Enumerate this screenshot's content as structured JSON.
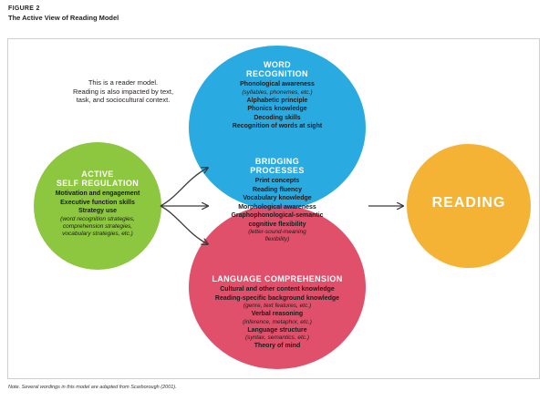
{
  "figure": {
    "label": "FIGURE 2",
    "title": "The Active View of Reading Model",
    "note_prefix": "Note.",
    "note_text": " Several wordings in this model are adapted from Scarborough (2001)."
  },
  "reader_note": {
    "lines": [
      "This is a reader model.",
      "Reading is also impacted by text,",
      "task, and sociocultural context."
    ]
  },
  "self_regulation": {
    "heading": [
      "ACTIVE",
      "SELF REGULATION"
    ],
    "items": [
      "Motivation and engagement",
      "Executive function skills",
      "Strategy use"
    ],
    "sub": [
      "(word recognition strategies,",
      "comprehension strategies,",
      "vocabulary strategies, etc.)"
    ],
    "color": "#8dc63f"
  },
  "word_recognition": {
    "heading": [
      "WORD",
      "RECOGNITION"
    ],
    "items": [
      "Phonological awareness",
      "(syllables, phonemes, etc.)",
      "Alphabetic principle",
      "Phonics knowledge",
      "Decoding skills",
      "Recognition of words at sight"
    ],
    "color": "#29abe2"
  },
  "bridging": {
    "heading": [
      "BRIDGING",
      "PROCESSES"
    ],
    "items": [
      "Print concepts",
      "Reading fluency",
      "Vocabulary knowledge",
      "Morphological awareness",
      "Graphophonological-semantic",
      "cognitive flexibility",
      "(letter-sound-meaning",
      "flexibility)"
    ],
    "color": "#8e6bb0"
  },
  "language_comprehension": {
    "heading": [
      "LANGUAGE COMPREHENSION"
    ],
    "items": [
      "Cultural and other content knowledge",
      "Reading-specific background knowledge",
      "(genre, text features, etc.)",
      "Verbal reasoning",
      "(inference, metaphor, etc.)",
      "Language structure",
      "(syntax, semantics, etc.)",
      "Theory of mind"
    ],
    "color": "#e0506a"
  },
  "reading": {
    "label": "READING",
    "color": "#f5b335"
  },
  "arrow_color": "#3a3a3a"
}
